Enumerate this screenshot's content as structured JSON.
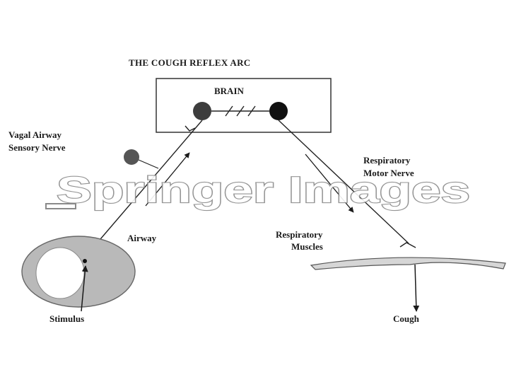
{
  "title": "THE COUGH REFLEX ARC",
  "labels": {
    "brain": "BRAIN",
    "vagal_line1": "Vagal  Airway",
    "vagal_line2": "Sensory Nerve",
    "respiratory_motor_line1": "Respiratory",
    "respiratory_motor_line2": "Motor Nerve",
    "airway": "Airway",
    "respiratory_muscles_line1": "Respiratory",
    "respiratory_muscles_line2": "Muscles",
    "stimulus": "Stimulus",
    "cough": "Cough"
  },
  "watermark": "Springer Images",
  "colors": {
    "neuron_sensory": "#3d3d3d",
    "neuron_motor": "#111111",
    "ganglion": "#555555",
    "airway_fill": "#b9b9b9",
    "muscle_fill": "#d6d6d6"
  }
}
